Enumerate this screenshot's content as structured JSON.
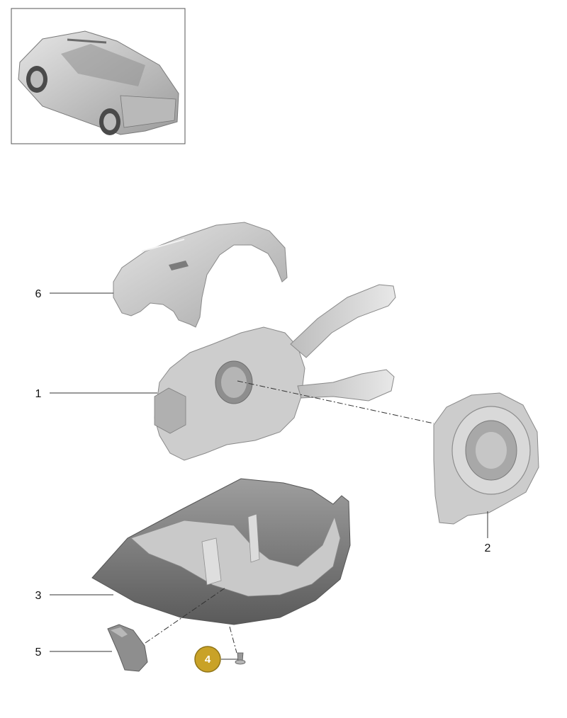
{
  "thumbnail": {
    "icon": "car-rear-view-icon"
  },
  "callouts": [
    {
      "id": "6",
      "label": "6"
    },
    {
      "id": "1",
      "label": "1"
    },
    {
      "id": "2",
      "label": "2"
    },
    {
      "id": "3",
      "label": "3"
    },
    {
      "id": "5",
      "label": "5"
    },
    {
      "id": "4",
      "label": "4",
      "highlighted": true
    }
  ],
  "colors": {
    "highlight": "#c9a227",
    "part_fill": "#cfcfcf",
    "part_shade": "#9a9a9a",
    "part_dark": "#5e5e5e",
    "line": "#333333"
  }
}
